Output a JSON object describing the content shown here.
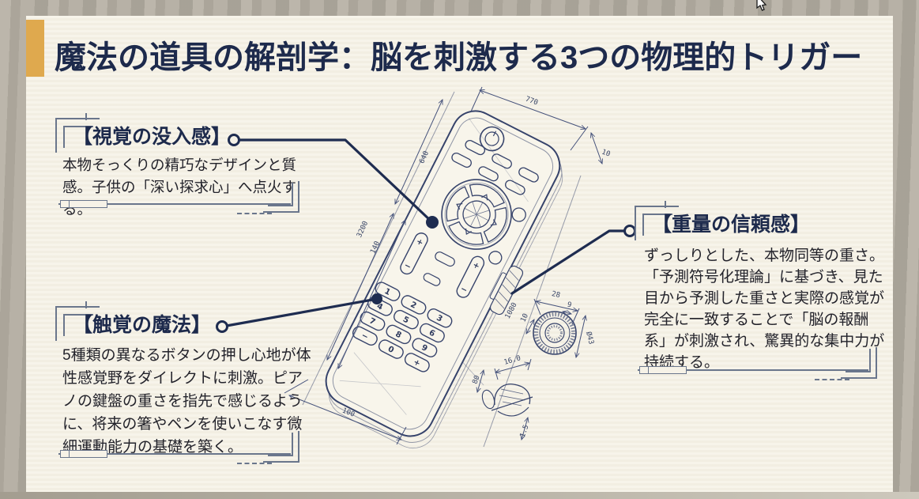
{
  "slide": {
    "title": "魔法の道具の解剖学：脳を刺激する3つの物理的トリガー"
  },
  "callouts": {
    "visual": {
      "heading": "【視覚の没入感】",
      "body": "本物そっくりの精巧なデザインと質感。子供の「深い探求心」へ点火する。"
    },
    "tactile": {
      "heading": "【触覚の魔法】",
      "body": "5種類の異なるボタンの押し心地が体性感覚野をダイレクトに刺激。ピアノの鍵盤の重さを指先で感じるように、将来の箸やペンを使いこなす微細運動能力の基礎を築く。"
    },
    "weight": {
      "heading": "【重量の信頼感】",
      "body": "ずっしりとした、本物同等の重さ。「予測符号化理論」に基づき、見た目から予測した重さと実際の感覚が完全に一致することで「脳の報酬系」が刺激され、驚異的な集中力が持続する。"
    }
  },
  "blueprint": {
    "keypad": [
      "1",
      "2",
      "3",
      "4",
      "5",
      "6",
      "7",
      "8",
      "9",
      "−",
      "0",
      "+"
    ],
    "rocker": {
      "plus": "+",
      "minus": "−"
    },
    "dimensions": {
      "top_width": "770",
      "edge_thickness": "10",
      "upper_side": "640",
      "side_a": "3200",
      "side_b": "140",
      "length": "1080",
      "bottom_width": "100",
      "knob_width": "28",
      "knob_stem": "9",
      "knob_diameter": "Ø43",
      "knob_height": "10",
      "button_width": "16.0",
      "button_height": "80",
      "button_lip": "1.5"
    }
  },
  "colors": {
    "accent_gold": "#dfa94e",
    "ink_navy": "#1d2a4c",
    "blueprint_line": "#36436b",
    "connector": "#1e2c50",
    "paper": "#f6f2e7",
    "decor_slate": "#6a768c"
  }
}
